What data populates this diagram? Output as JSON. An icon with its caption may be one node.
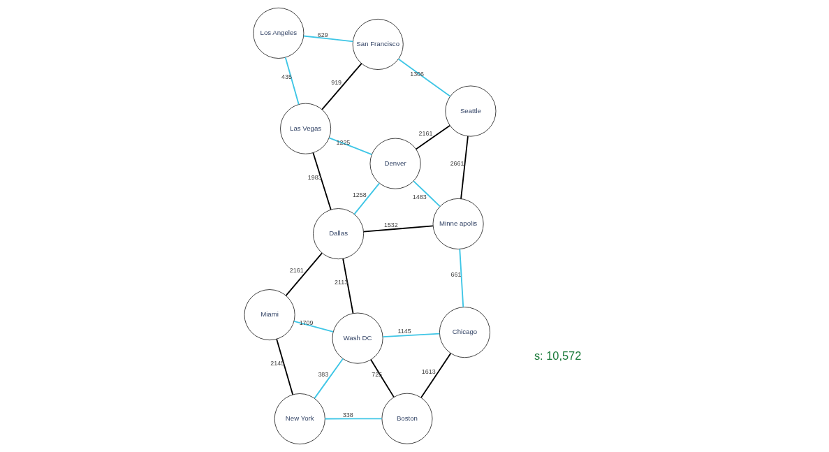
{
  "diagram": {
    "nodes": [
      {
        "text": [
          "Seattle"
        ]
      },
      {
        "text": [
          "San Francisco"
        ]
      },
      {
        "text": [
          "Las Vegas"
        ]
      },
      {
        "text": [
          "Los Angeles"
        ]
      },
      {
        "text": [
          "Denver"
        ]
      },
      {
        "text": [
          "Minne apolis"
        ]
      },
      {
        "text": [
          "Dallas"
        ]
      },
      {
        "text": [
          "Chicago"
        ]
      },
      {
        "text": [
          "Boston"
        ]
      },
      {
        "text": [
          "New York"
        ]
      },
      {
        "text": [
          "Wash DC"
        ]
      },
      {
        "text": [
          "Miami"
        ]
      }
    ],
    "edges": [
      {
        "from": 0,
        "to": 5,
        "arrow": "none",
        "label": "2661",
        "color": "#000000"
      },
      {
        "from": 0,
        "to": 4,
        "arrow": "none",
        "label": "2161",
        "color": "#000000"
      },
      {
        "from": 0,
        "to": 1,
        "arrow": "none",
        "label": "1306",
        "color": "#3fc6e6"
      },
      {
        "from": 1,
        "to": 2,
        "arrow": "none",
        "label": "919",
        "color": "#000000"
      },
      {
        "from": 1,
        "to": 3,
        "arrow": "none",
        "label": "629",
        "color": "#3fc6e6"
      },
      {
        "from": 3,
        "to": 2,
        "arrow": "none",
        "label": "435",
        "color": "#3fc6e6"
      },
      {
        "from": 2,
        "to": 4,
        "arrow": "none",
        "label": "1225",
        "color": "#3fc6e6"
      },
      {
        "from": 2,
        "to": 6,
        "arrow": "none",
        "label": "1983",
        "color": "#000000"
      },
      {
        "from": 4,
        "to": 5,
        "arrow": "none",
        "label": "1483",
        "color": "#3fc6e6"
      },
      {
        "from": 4,
        "to": 6,
        "arrow": "none",
        "label": "1258",
        "color": "#3fc6e6"
      },
      {
        "from": 5,
        "to": 6,
        "arrow": "none",
        "label": "1532",
        "color": "#000000"
      },
      {
        "from": 5,
        "to": 7,
        "arrow": "none",
        "label": "661",
        "color": "#3fc6e6"
      },
      {
        "from": 7,
        "to": 8,
        "arrow": "none",
        "label": "1613",
        "color": "#000000"
      },
      {
        "from": 7,
        "to": 10,
        "arrow": "none",
        "label": "1145",
        "color": "#3fc6e6"
      },
      {
        "from": 8,
        "to": 9,
        "arrow": "none",
        "label": "338",
        "color": "#3fc6e6"
      },
      {
        "from": 8,
        "to": 10,
        "arrow": "none",
        "label": "725",
        "color": "#000000"
      },
      {
        "from": 9,
        "to": 10,
        "arrow": "none",
        "label": "383",
        "color": "#3fc6e6"
      },
      {
        "from": 9,
        "to": 11,
        "arrow": "none",
        "label": "2145",
        "color": "#000000"
      },
      {
        "from": 10,
        "to": 11,
        "arrow": "none",
        "label": "1709",
        "color": "#3fc6e6"
      },
      {
        "from": 6,
        "to": 10,
        "arrow": "none",
        "label": "2113",
        "color": "#000000"
      },
      {
        "from": 6,
        "to": 11,
        "arrow": "none",
        "label": "2161",
        "color": "#000000"
      }
    ],
    "labels": [
      "s: 10,572"
    ]
  }
}
